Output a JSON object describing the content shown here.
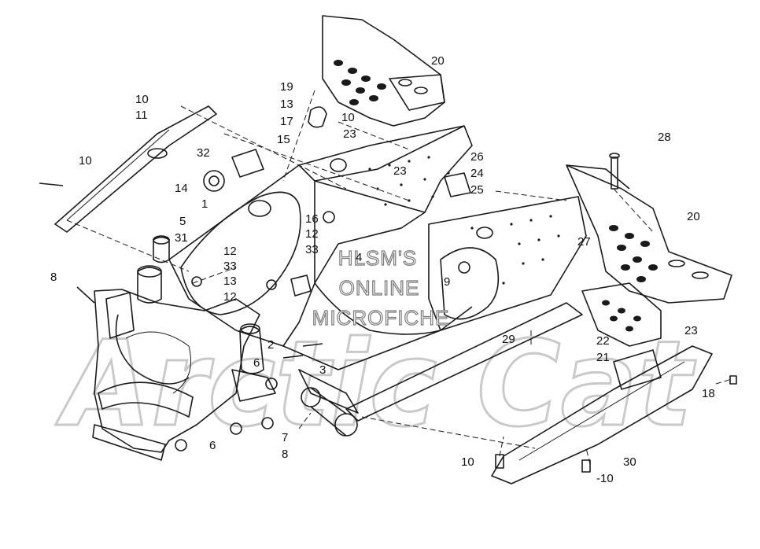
{
  "watermark": {
    "brand": "Arctic Cat",
    "line1": "HLSM'S",
    "line2": "ONLINE",
    "line3": "MICROFICHE"
  },
  "callouts": [
    {
      "id": "20a",
      "text": "20"
    },
    {
      "id": "19",
      "text": "19"
    },
    {
      "id": "13a",
      "text": "13"
    },
    {
      "id": "17",
      "text": "17"
    },
    {
      "id": "10a",
      "text": "10"
    },
    {
      "id": "23a",
      "text": "23"
    },
    {
      "id": "10b",
      "text": "10"
    },
    {
      "id": "11",
      "text": "11"
    },
    {
      "id": "15",
      "text": "15"
    },
    {
      "id": "32",
      "text": "32"
    },
    {
      "id": "26",
      "text": "26"
    },
    {
      "id": "24",
      "text": "24"
    },
    {
      "id": "25",
      "text": "25"
    },
    {
      "id": "23b",
      "text": "23"
    },
    {
      "id": "28",
      "text": "28"
    },
    {
      "id": "10c",
      "text": "10"
    },
    {
      "id": "14",
      "text": "14"
    },
    {
      "id": "1",
      "text": "1"
    },
    {
      "id": "16",
      "text": "16"
    },
    {
      "id": "12a",
      "text": "12"
    },
    {
      "id": "33a",
      "text": "33"
    },
    {
      "id": "5",
      "text": "5"
    },
    {
      "id": "31",
      "text": "31"
    },
    {
      "id": "20b",
      "text": "20"
    },
    {
      "id": "27",
      "text": "27"
    },
    {
      "id": "12b",
      "text": "12"
    },
    {
      "id": "33b",
      "text": "33"
    },
    {
      "id": "4",
      "text": "4"
    },
    {
      "id": "13b",
      "text": "13"
    },
    {
      "id": "12c",
      "text": "12"
    },
    {
      "id": "9",
      "text": "9"
    },
    {
      "id": "8a",
      "text": "8"
    },
    {
      "id": "23c",
      "text": "23"
    },
    {
      "id": "2",
      "text": "2"
    },
    {
      "id": "29",
      "text": "29"
    },
    {
      "id": "22",
      "text": "22"
    },
    {
      "id": "21",
      "text": "21"
    },
    {
      "id": "6a",
      "text": "6"
    },
    {
      "id": "3",
      "text": "3"
    },
    {
      "id": "18",
      "text": "18"
    },
    {
      "id": "6b",
      "text": "6"
    },
    {
      "id": "7",
      "text": "7"
    },
    {
      "id": "8b",
      "text": "8"
    },
    {
      "id": "10d",
      "text": "10"
    },
    {
      "id": "30",
      "text": "30"
    },
    {
      "id": "10e",
      "text": "-10"
    }
  ]
}
